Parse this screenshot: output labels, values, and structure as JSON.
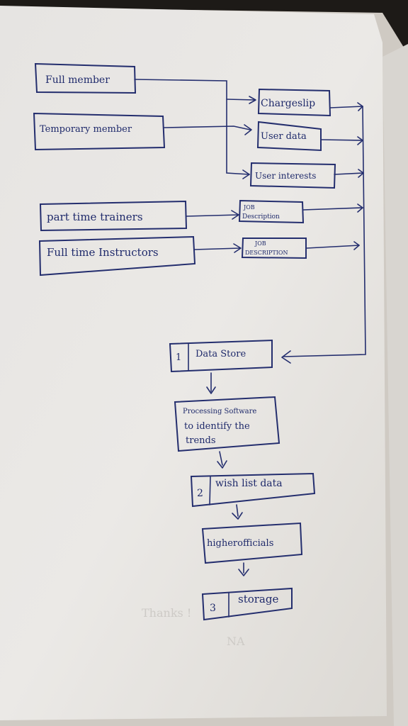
{
  "colors": {
    "ink": "#242e6e",
    "paper": "#e8e6e3"
  },
  "sources": [
    {
      "id": "full-member",
      "label": "Full member"
    },
    {
      "id": "temporary-member",
      "label": "Temporary member"
    },
    {
      "id": "part-time-trainers",
      "label": "part time trainers"
    },
    {
      "id": "full-time-instructors",
      "label": "Full time Instructors"
    }
  ],
  "outputs": [
    {
      "id": "chargeslip",
      "label": "Chargeslip"
    },
    {
      "id": "user-data",
      "label": "User data"
    },
    {
      "id": "user-interests",
      "label": "User interests"
    },
    {
      "id": "job-desc-1",
      "line1": "JOB",
      "line2": "Description"
    },
    {
      "id": "job-desc-2",
      "line1": "JOB",
      "line2": "DESCRIPTION"
    }
  ],
  "flow": {
    "data_store": {
      "num": "1",
      "label": "Data Store"
    },
    "processing": {
      "line1": "Processing Software",
      "line2": "to identify the",
      "line3": "trends"
    },
    "wish_list": {
      "num": "2",
      "label": "wish list data"
    },
    "officials": {
      "label": "higherofficials"
    },
    "storage": {
      "num": "3",
      "label": "storage"
    }
  }
}
